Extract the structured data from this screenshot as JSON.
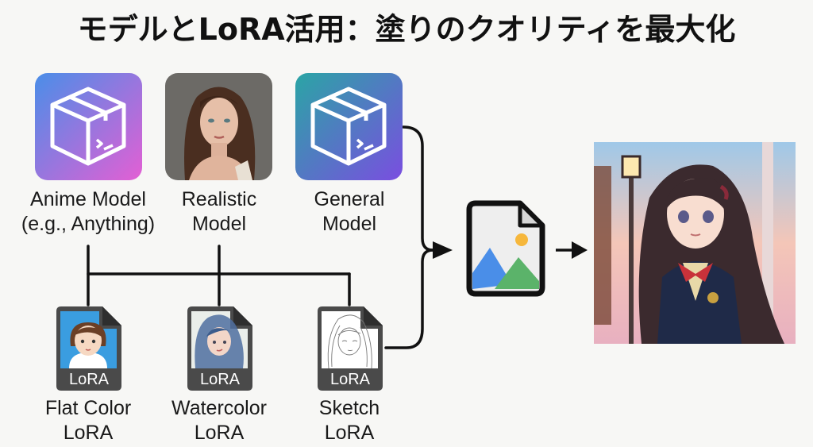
{
  "title": "モデルとLoRA活用：塗りのクオリティを最大化",
  "models": [
    {
      "id": "anime",
      "icon": "package-box-icon",
      "label_line1": "Anime Model",
      "label_line2": "(e.g., Anything)",
      "gradient": [
        "#4a8ee8",
        "#e35fd4"
      ]
    },
    {
      "id": "realistic",
      "icon": "portrait-photo",
      "label_line1": "Realistic",
      "label_line2": "Model"
    },
    {
      "id": "general",
      "icon": "package-box-icon",
      "label_line1": "General",
      "label_line2": "Model",
      "gradient": [
        "#2aa5a5",
        "#7a4ee0"
      ]
    }
  ],
  "loras": [
    {
      "id": "flat-color",
      "badge": "LoRA",
      "label_line1": "Flat Color",
      "label_line2": "LoRA",
      "bg": "#3a9de0"
    },
    {
      "id": "watercolor",
      "badge": "LoRA",
      "label_line1": "Watercolor",
      "label_line2": "LoRA",
      "bg": "#e8eef0"
    },
    {
      "id": "sketch",
      "badge": "LoRA",
      "label_line1": "Sketch",
      "label_line2": "LoRA",
      "bg": "#ffffff"
    }
  ],
  "output": {
    "icon": "image-file-icon",
    "result": "anime-girl-illustration"
  },
  "colors": {
    "background": "#f7f7f5",
    "line": "#111111",
    "badge": "#4a4a4a",
    "mountain_blue": "#4a8ee8",
    "mountain_green": "#5bb36a",
    "sun": "#f6b73c"
  }
}
